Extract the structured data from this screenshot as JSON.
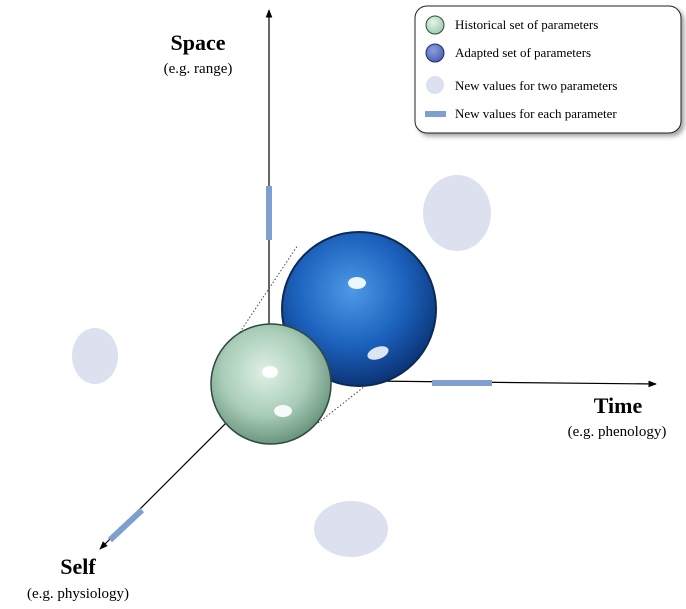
{
  "axes": {
    "space": {
      "label": "Space",
      "example": "(e.g. range)"
    },
    "time": {
      "label": "Time",
      "example": "(e.g. phenology)"
    },
    "self": {
      "label": "Self",
      "example": "(e.g. physiology)"
    }
  },
  "legend": {
    "items": [
      {
        "label": "Historical set of parameters",
        "symbol": "green-sphere"
      },
      {
        "label": "Adapted set of parameters",
        "symbol": "blue-sphere"
      },
      {
        "label": "New values for two parameters",
        "symbol": "pale-disc"
      },
      {
        "label": "New values for each parameter",
        "symbol": "blue-bar"
      }
    ]
  },
  "colors": {
    "historical_sphere": "#a9cdb8",
    "adapted_sphere": "#1a5fb4",
    "two_param_disc": "#dde0ee",
    "single_param_bar": "#7f9fcf",
    "axis": "#000000"
  }
}
